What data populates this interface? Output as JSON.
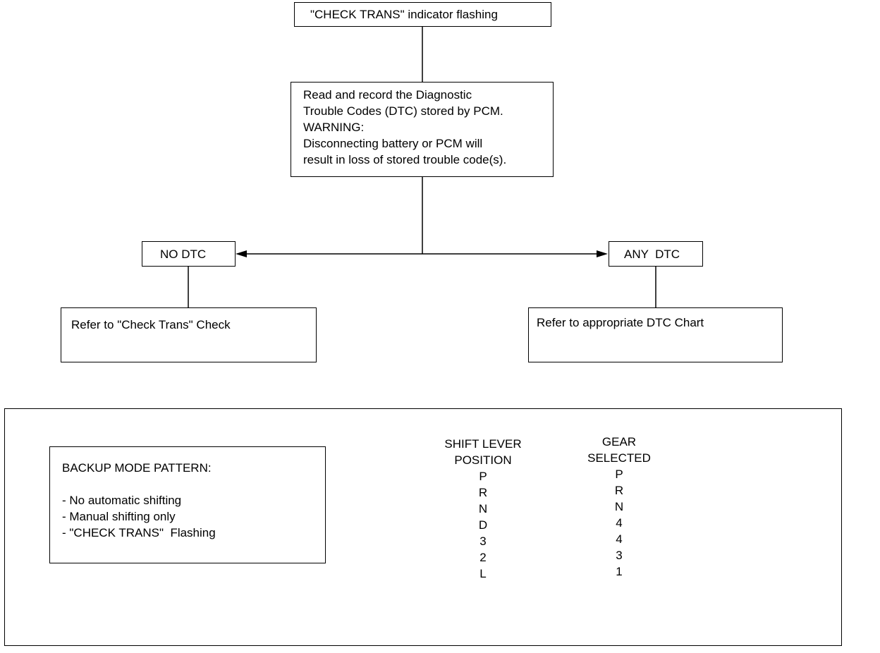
{
  "flow": {
    "start": "\"CHECK TRANS\" indicator flashing",
    "read_record": [
      "Read and record the Diagnostic",
      "Trouble Codes (DTC) stored by PCM.",
      "WARNING:",
      "Disconnecting battery or PCM will",
      "result in loss of stored trouble code(s)."
    ],
    "no_dtc": "NO DTC",
    "any_dtc": "ANY  DTC",
    "no_dtc_action": "Refer to \"Check Trans\" Check",
    "any_dtc_action": "Refer to appropriate DTC Chart"
  },
  "backup_mode": {
    "title": "BACKUP MODE PATTERN:",
    "items": [
      "- No automatic shifting",
      "- Manual shifting only",
      "- \"CHECK TRANS\"  Flashing"
    ]
  },
  "shift_table": {
    "lever_header": [
      "SHIFT LEVER",
      "POSITION"
    ],
    "gear_header": [
      "GEAR",
      "SELECTED"
    ],
    "positions": [
      "P",
      "R",
      "N",
      "D",
      "3",
      "2",
      "L"
    ],
    "gears": [
      "P",
      "R",
      "N",
      "4",
      "4",
      "3",
      "1"
    ]
  }
}
